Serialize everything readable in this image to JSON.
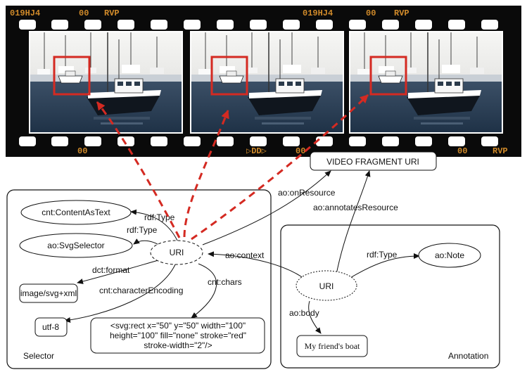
{
  "film": {
    "codes": {
      "top_left": "019HJ4",
      "top_mid_left": "00",
      "top_mid_right": "RVP",
      "top_right_a": "019HJ4",
      "top_right_b": "00",
      "top_right_c": "RVP",
      "bottom_left": "00",
      "bottom_mid": "▷DD▷",
      "bottom_mid_b": "00",
      "bottom_right_a": "00",
      "bottom_right_b": "RVP"
    },
    "frame_count": 3
  },
  "colors": {
    "film": "#0a0a0a",
    "sprocket": "#ffffff",
    "region_box": "#d42a22",
    "dashed_arrow": "#d42a22",
    "water": "#2c4158",
    "sky": "#f2f2f0"
  },
  "nodes": {
    "video_fragment_uri": "VIDEO FRAGMENT URI",
    "cnt_content_as_text": "cnt:ContentAsText",
    "ao_svg_selector": "ao:SvgSelector",
    "selector_uri": "URI",
    "image_svg_xml": "image/svg+xml",
    "utf8": "utf-8",
    "svg_chars_line1": "<svg:rect  x=\"50\" y=\"50\" width=\"100\"",
    "svg_chars_line2": "height=\"100\" fill=\"none\" stroke=\"red\"",
    "svg_chars_line3": "stroke-width=\"2\"/>",
    "annotation_uri": "URI",
    "ao_note": "ao:Note",
    "body_text": "My friend's boat"
  },
  "edges": {
    "rdf_type_1": "rdf:Type",
    "rdf_type_2": "rdf:Type",
    "dct_format": "dct:format",
    "cnt_character_encoding": "cnt:characterEncoding",
    "cnt_chars": "cnt:chars",
    "ao_context": "ao:context",
    "ao_on_resource": "ao:onResource",
    "ao_annotates_resource": "ao:annotatesResource",
    "rdf_type_3": "rdf:Type",
    "ao_body": "ao:body"
  },
  "groups": {
    "selector": "Selector",
    "annotation": "Annotation"
  }
}
